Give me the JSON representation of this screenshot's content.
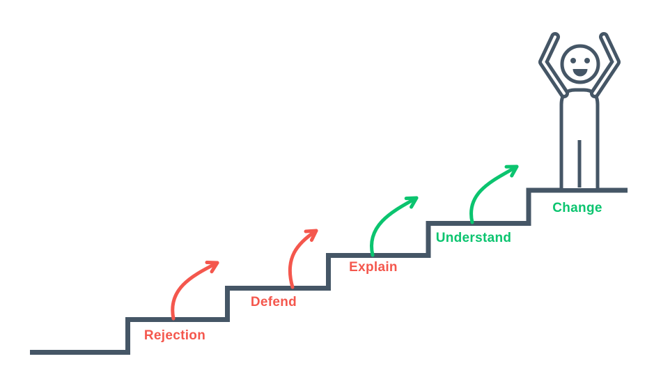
{
  "diagram": {
    "type": "staircase-progression",
    "description": "Five ascending steps from Rejection to Change with a celebrating person at the top"
  },
  "colors": {
    "background": "#ffffff",
    "stairs": "#455666",
    "negative": "#f4574d",
    "positive": "#0bc46f"
  },
  "steps": [
    {
      "label": "Rejection",
      "sentiment": "negative"
    },
    {
      "label": "Defend",
      "sentiment": "negative"
    },
    {
      "label": "Explain",
      "sentiment": "negative"
    },
    {
      "label": "Understand",
      "sentiment": "positive"
    },
    {
      "label": "Change",
      "sentiment": "positive"
    }
  ],
  "arrows": [
    {
      "from": "Rejection",
      "to": "Defend",
      "sentiment": "negative"
    },
    {
      "from": "Defend",
      "to": "Explain",
      "sentiment": "negative"
    },
    {
      "from": "Explain",
      "to": "Understand",
      "sentiment": "positive"
    },
    {
      "from": "Understand",
      "to": "Change",
      "sentiment": "positive"
    }
  ],
  "figure": {
    "type": "person",
    "pose": "arms-raised",
    "expression": "happy"
  }
}
